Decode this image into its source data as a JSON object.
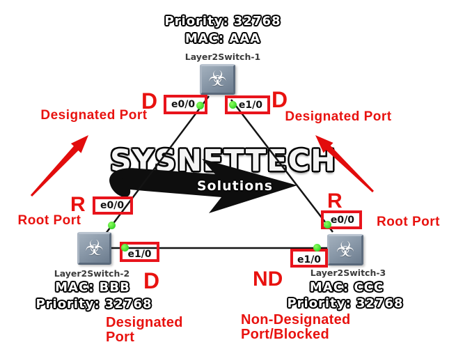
{
  "watermark": {
    "brand": "SYSNETTECH",
    "sub": "Solutions"
  },
  "colors": {
    "red": "#e8120f",
    "green": "#16c214",
    "line": "#141414",
    "switch_body": "#8a99a9",
    "label_gray": "#3b3b3b"
  },
  "switch1": {
    "priority": "Priority: 32768",
    "mac": "MAC: AAA",
    "name": "Layer2Switch-1",
    "port_left": {
      "label": "e0/0",
      "role": "D",
      "role_name": "Designated Port"
    },
    "port_right": {
      "label": "e1/0",
      "role": "D",
      "role_name": "Designated Port"
    }
  },
  "switch2": {
    "name": "Layer2Switch-2",
    "mac": "MAC: BBB",
    "priority": "Priority: 32768",
    "port_top": {
      "label": "e0/0",
      "role": "R",
      "role_name": "Root Port"
    },
    "port_right": {
      "label": "e1/0",
      "role": "D",
      "role_name_line1": "Designated",
      "role_name_line2": "Port"
    }
  },
  "switch3": {
    "name": "Layer2Switch-3",
    "mac": "MAC: CCC",
    "priority": "Priority: 32768",
    "port_top": {
      "label": "e0/0",
      "role": "R",
      "role_name": "Root Port"
    },
    "port_left": {
      "label": "e1/0",
      "role": "ND",
      "role_name_line1": "Non-Designated",
      "role_name_line2": "Port/Blocked"
    }
  },
  "icons": {
    "switch_glyph": "☣"
  }
}
